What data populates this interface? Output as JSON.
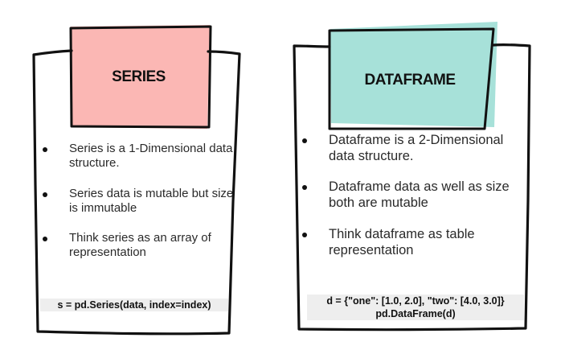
{
  "cards": [
    {
      "title": "SERIES",
      "tab_color": "#fbb7b4",
      "bullets": [
        "Series is a 1-Dimensional data structure.",
        "Series data is mutable but size is immutable",
        "Think series as an array of representation"
      ],
      "code": [
        "s = pd.Series(data, index=index)"
      ]
    },
    {
      "title": "DATAFRAME",
      "tab_color": "#a7e1d9",
      "bullets": [
        "Dataframe is a 2-Dimensional data structure.",
        "Dataframe data as well as size both are mutable",
        "Think dataframe as table representation"
      ],
      "code": [
        "d = {\"one\": [1.0, 2.0], \"two\": [4.0, 3.0]}",
        "pd.DataFrame(d)"
      ]
    }
  ]
}
